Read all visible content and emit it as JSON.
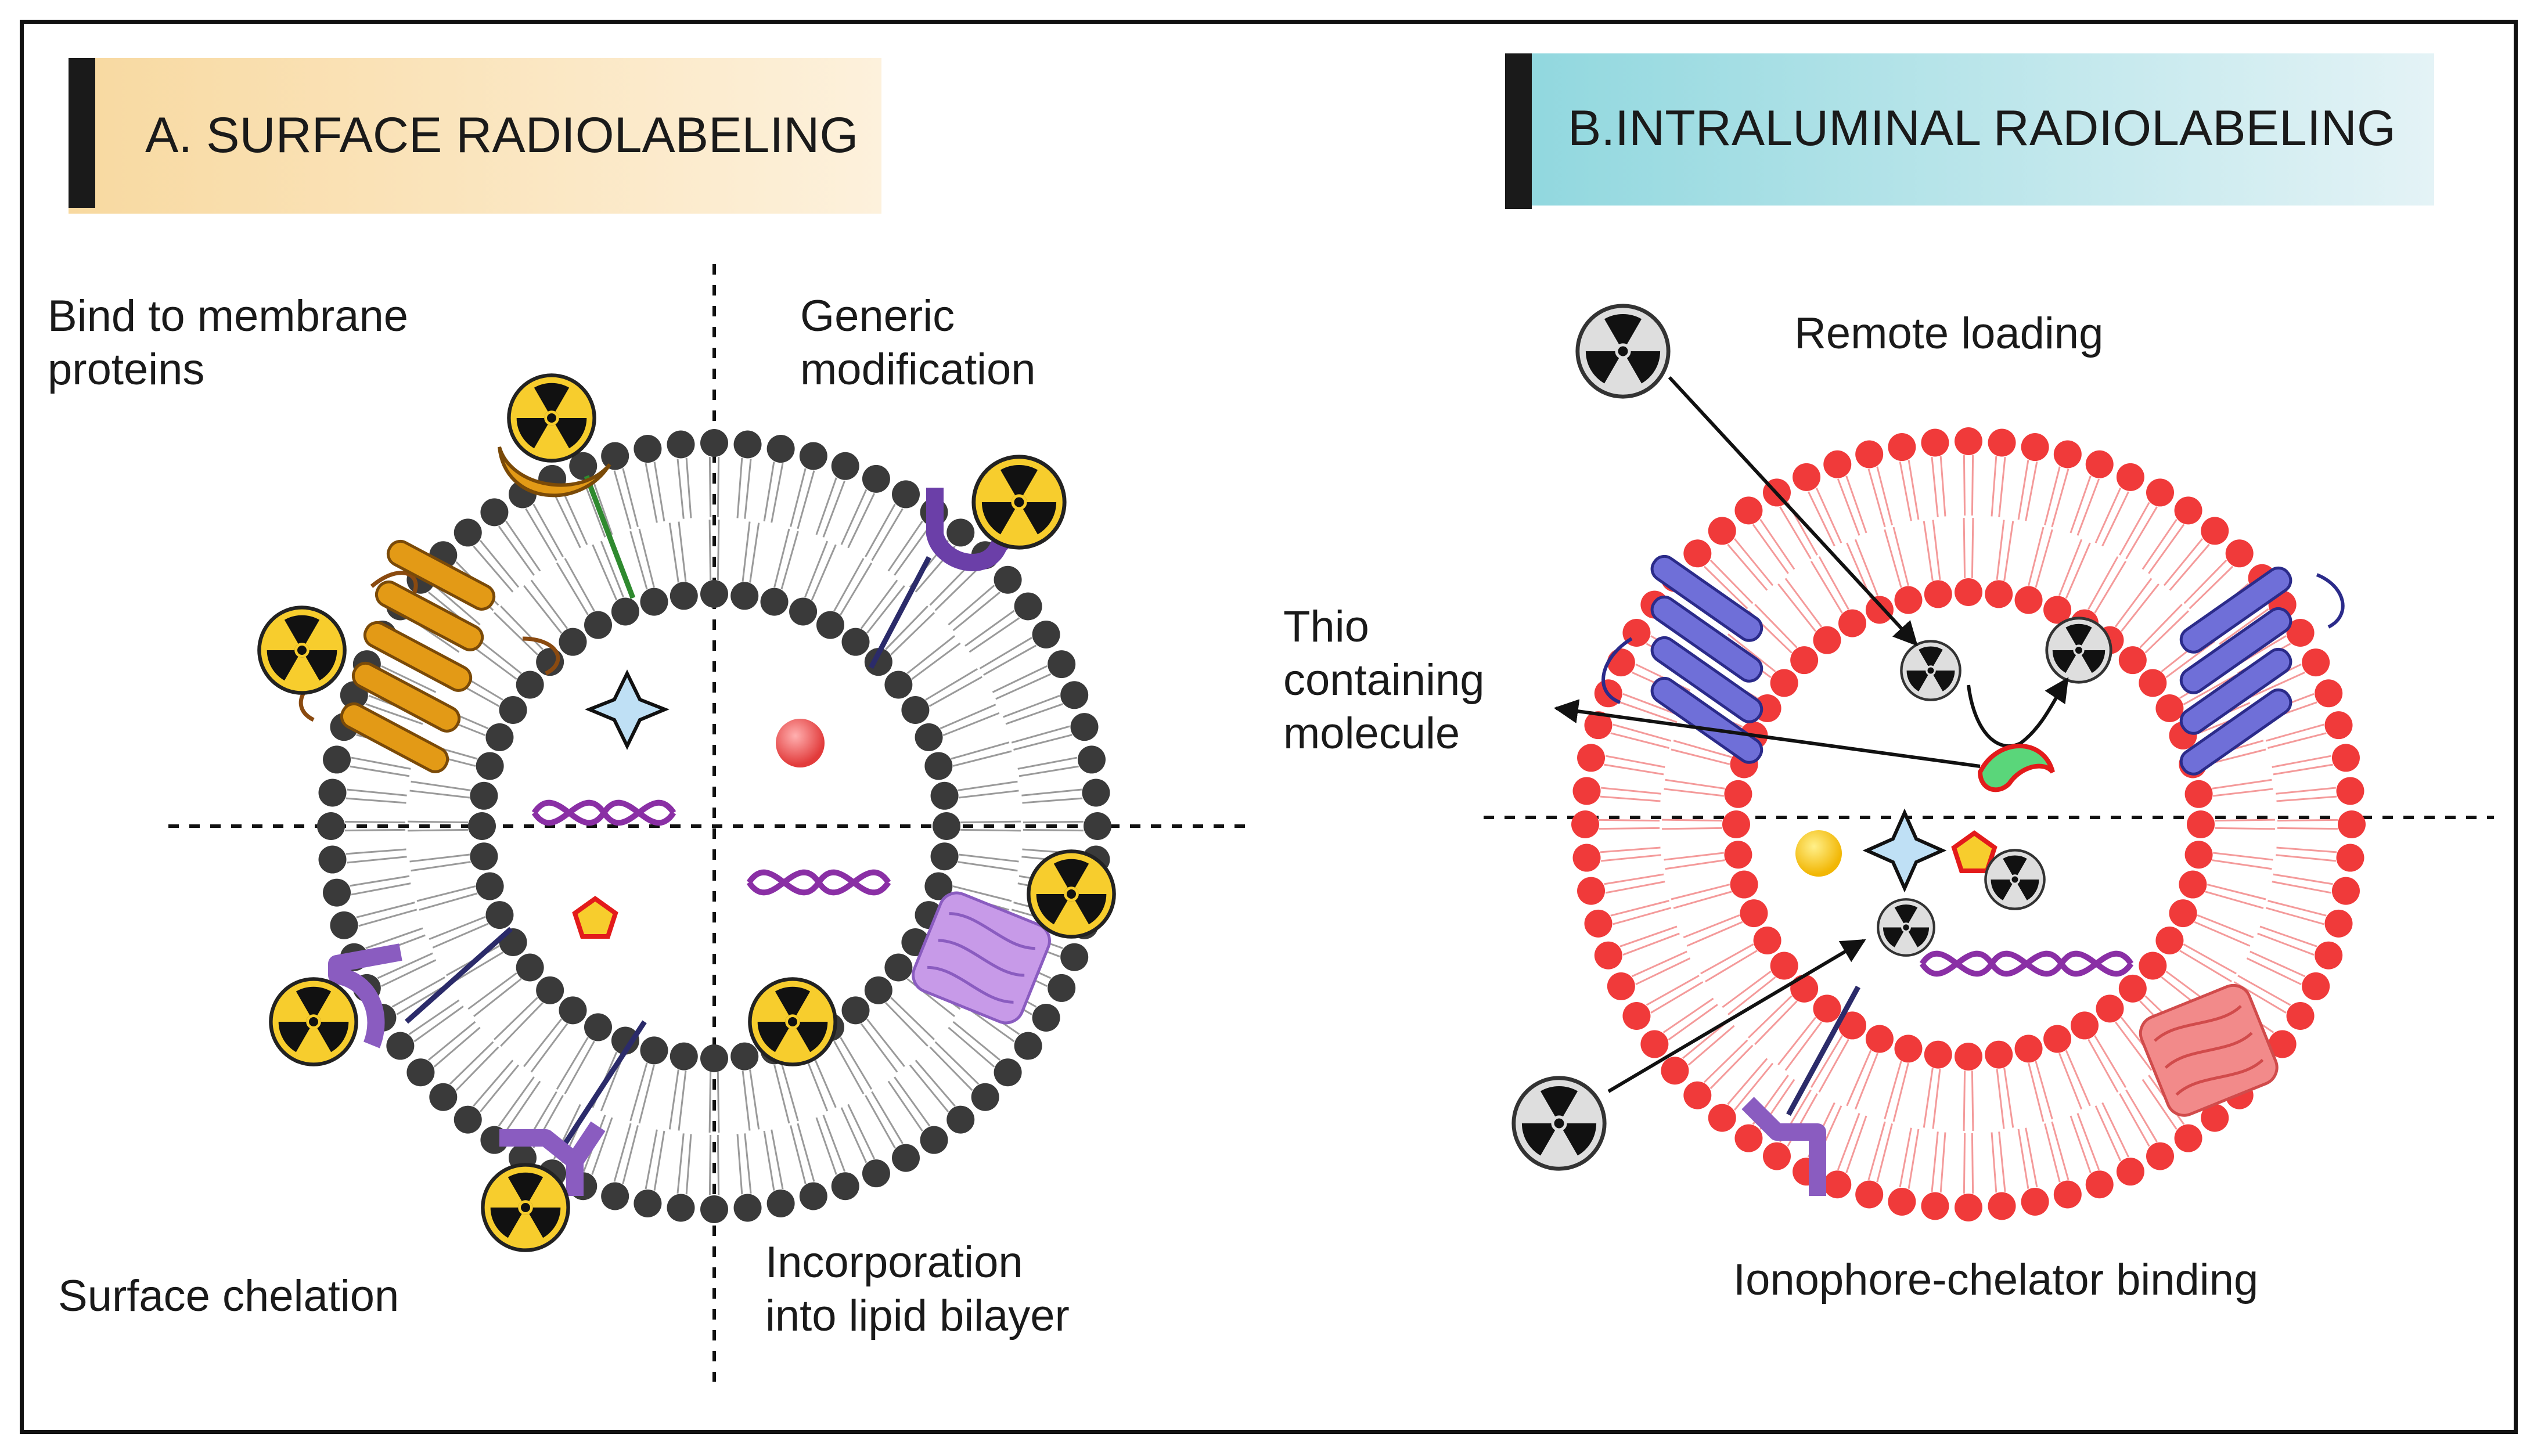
{
  "panels": {
    "a": {
      "title": "A. SURFACE RADIOLABELING",
      "labels": {
        "bind_line1": "Bind to membrane",
        "bind_line2": "proteins",
        "generic_line1": "Generic",
        "generic_line2": "modification",
        "surface_chelation": "Surface chelation",
        "incorp_line1": "Incorporation",
        "incorp_line2": "into lipid bilayer"
      }
    },
    "b": {
      "title": "B.INTRALUMINAL RADIOLABELING",
      "labels": {
        "remote_loading": "Remote loading",
        "thio_line1": "Thio",
        "thio_line2": "containing",
        "thio_line3": "molecule",
        "ionophore": "Ionophore-chelator binding"
      }
    }
  },
  "colors": {
    "banner_a": "#fbe3b4",
    "banner_b": "#9fdde3",
    "liposome_a_heads": "#3a3a3a",
    "liposome_b_heads": "#f03a3a",
    "radiation_yellow": "#f7cd2d",
    "radiation_gray": "#e0e0e0",
    "protein_orange": "#e39a16",
    "protein_purple": "#8a5cc0",
    "protein_blue": "#6f6fd8",
    "dna_purple": "#8a2fa5"
  },
  "icons": [
    "radiation-icon",
    "star-icon",
    "pentagon-icon",
    "dna-icon",
    "antibody-icon",
    "receptor-icon",
    "sphere-icon",
    "crescent-icon"
  ]
}
